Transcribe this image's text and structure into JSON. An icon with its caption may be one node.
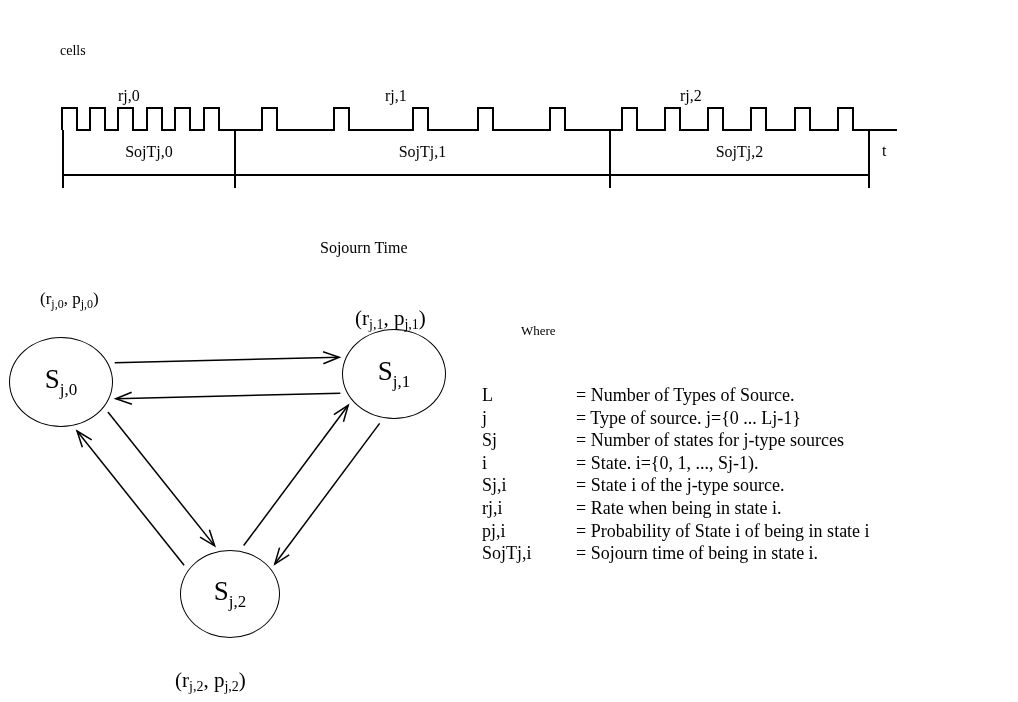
{
  "diagram": {
    "nodes": [
      {
        "text": [
          "SojTj,0"
        ]
      },
      {
        "text": [
          "SojTj,1"
        ]
      },
      {
        "text": [
          "SojTj,2"
        ]
      },
      {
        "text": [
          "S$_{j,0}$"
        ],
        "beside": [
          "(r$_{j,0}$, p$_{j,0}$)"
        ]
      },
      {
        "text": [
          "S$_{j,1}$"
        ],
        "beside": [
          "(r$_{j,1}$, p$_{j,1}$)"
        ]
      },
      {
        "text": [
          "S$_{j,2}$"
        ],
        "beside": [
          "(r$_{j,2}$, p$_{j,2}$)"
        ]
      }
    ],
    "edges": [
      {
        "from": 3,
        "to": 4,
        "arrow": "to"
      },
      {
        "from": 4,
        "to": 3,
        "arrow": "to"
      },
      {
        "from": 3,
        "to": 5,
        "arrow": "to"
      },
      {
        "from": 5,
        "to": 3,
        "arrow": "to"
      },
      {
        "from": 5,
        "to": 4,
        "arrow": "to"
      },
      {
        "from": 4,
        "to": 5,
        "arrow": "to"
      }
    ],
    "labels": [
      "cells",
      "rj,0",
      "rj,1",
      "rj,2",
      "t",
      "Sojourn Time",
      "Where",
      "L",
      "= Number of Types of Source.",
      "j",
      "= Type of source. j={0 ... Lj-1}",
      "Sj",
      "= Number of states for j-type sources",
      "i",
      "= State. i={0, 1, ..., Sj-1).",
      "Sj,i",
      "= State i of the j-type source.",
      "rj,i",
      "= Rate when being in state i.",
      "pj,i",
      "= Probability of State i of being in state i",
      "SojTj,i",
      "= Sojourn time of being in state i."
    ]
  }
}
